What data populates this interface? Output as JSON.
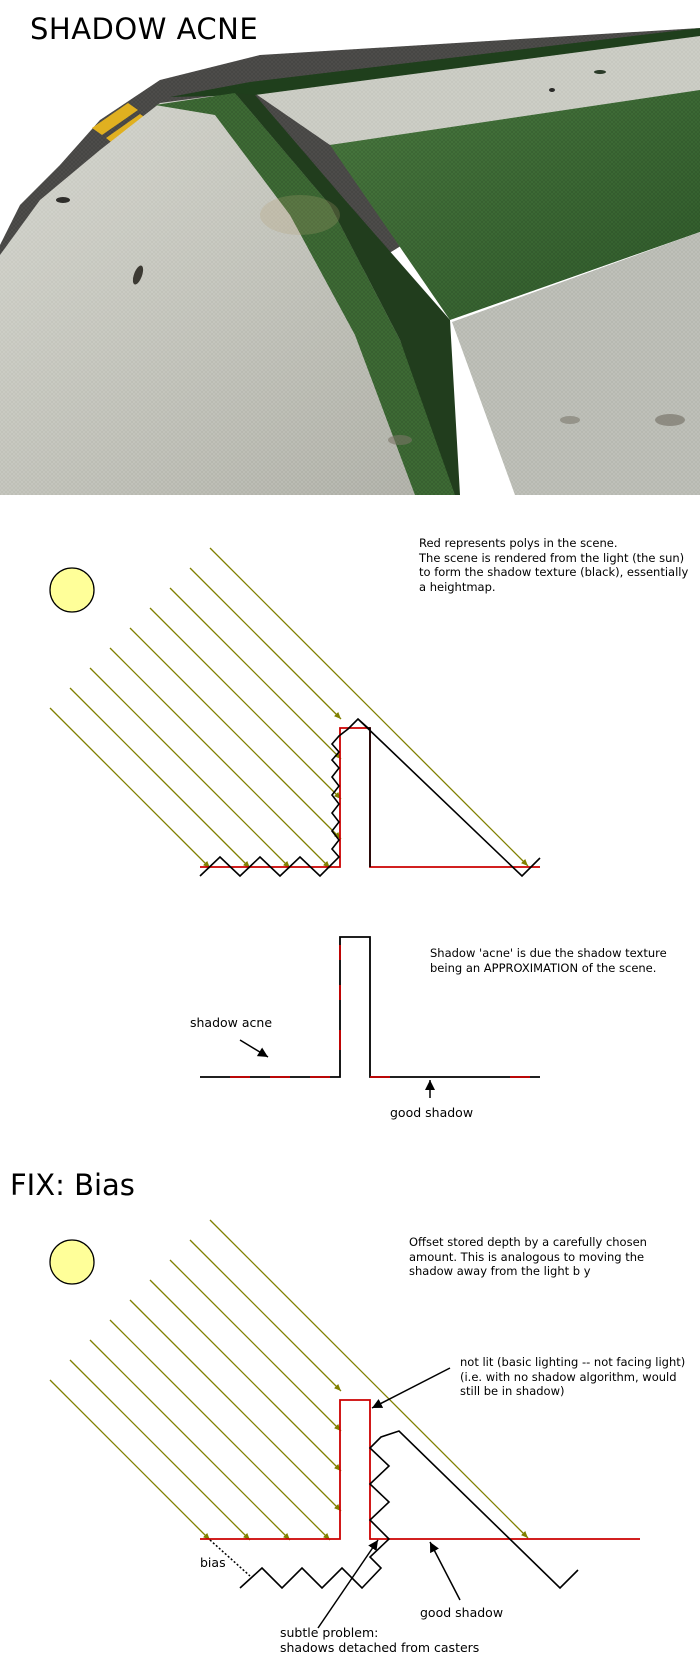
{
  "titles": {
    "section1": "SHADOW ACNE",
    "section2": "FIX: Bias"
  },
  "notes": {
    "scene": "Red represents polys in the scene.\nThe scene is rendered from the light (the sun)\nto form the shadow texture (black), essentially\na heightmap.",
    "acne_cause": "Shadow 'acne' is due the shadow texture\nbeing an APPROXIMATION of the scene.",
    "bias_fix": "Offset stored depth by a carefully chosen\namount.  This is analogous to moving the\nshadow away from the light b   y",
    "not_lit": "not lit (basic lighting -- not facing light)\n(i.e. with no shadow algorithm, would\nstill be in shadow)"
  },
  "labels": {
    "shadow_acne": "shadow acne",
    "good_shadow_1": "good shadow",
    "bias": "bias",
    "good_shadow_2": "good shadow",
    "subtle_problem": "subtle problem:\nshadows detached from casters"
  },
  "colors": {
    "light_ray": "#808000",
    "sun_fill": "#ffff99",
    "scene_poly": "#cc0000",
    "shadow_texture": "#000000",
    "panel_green": "#3e6b35",
    "panel_grey": "#b9bbb2"
  },
  "icons": {
    "sun": "sun-icon",
    "arrow": "arrow-icon"
  }
}
